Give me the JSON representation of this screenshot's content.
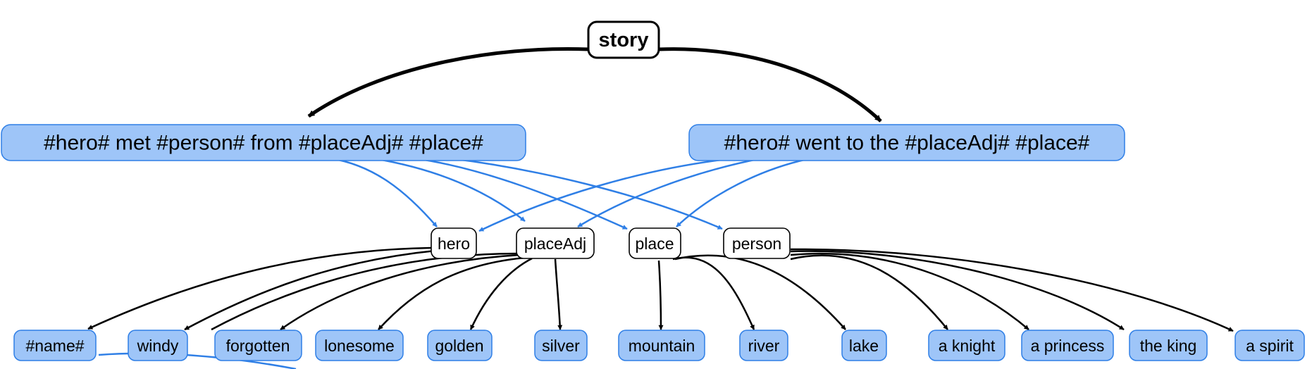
{
  "root": "story",
  "rules": [
    "#hero# met #person# from #placeAdj# #place#",
    "#hero# went to the #placeAdj# #place#"
  ],
  "symbols": [
    "hero",
    "placeAdj",
    "place",
    "person"
  ],
  "leaves": [
    "#name#",
    "windy",
    "forgotten",
    "lonesome",
    "golden",
    "silver",
    "mountain",
    "river",
    "lake",
    "a knight",
    "a princess",
    "the king",
    "a spirit"
  ],
  "colors": {
    "rule_fill": "#9ec5f8",
    "rule_stroke": "#2f7fe6",
    "edge_blue": "#2f7fe6",
    "edge_black": "#000000"
  }
}
